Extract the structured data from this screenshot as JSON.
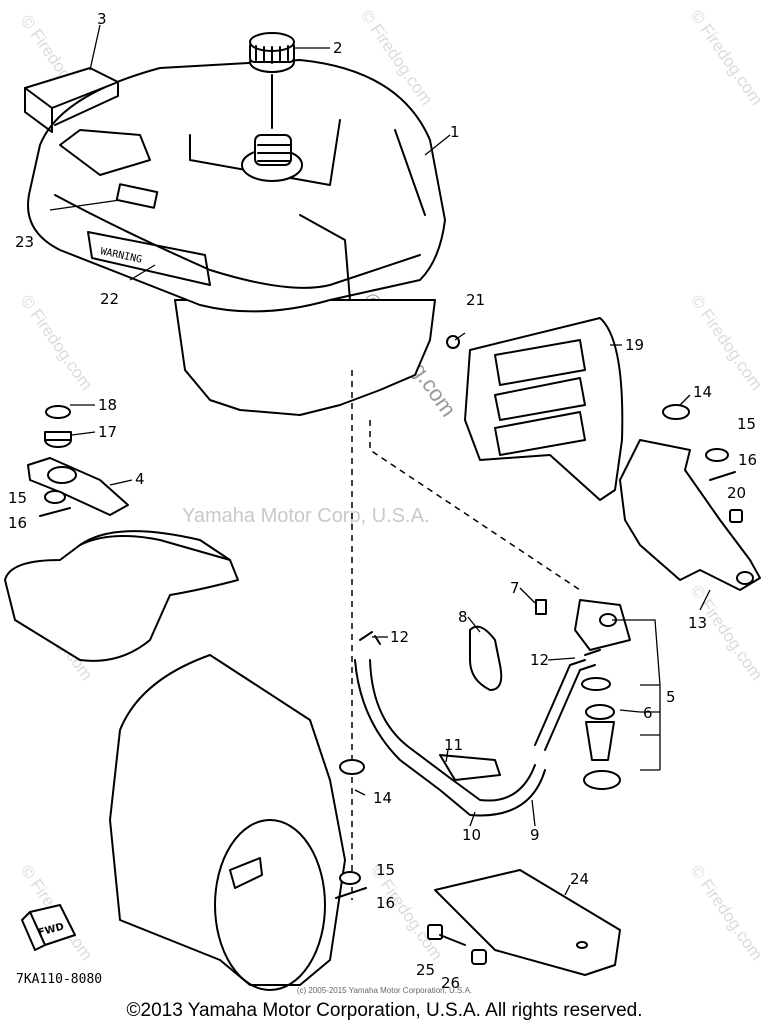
{
  "diagram": {
    "ref_code": "7KA110-8080",
    "watermark_center": "Yamaha Motor Corp, U.S.A.",
    "watermark_diagonal": "© Firedog.com",
    "small_copyright": "(c) 2005-2015 Yamaha Motor Corporation, U.S.A.",
    "footer_copyright": "©2013 Yamaha Motor Corporation, U.S.A. All rights reserved.",
    "fwd_label": "FWD",
    "tank_label": "WARNING"
  },
  "callouts": [
    {
      "id": "c1",
      "label": "1"
    },
    {
      "id": "c2",
      "label": "2"
    },
    {
      "id": "c3",
      "label": "3"
    },
    {
      "id": "c4",
      "label": "4"
    },
    {
      "id": "c5",
      "label": "5"
    },
    {
      "id": "c6",
      "label": "6"
    },
    {
      "id": "c7",
      "label": "7"
    },
    {
      "id": "c8",
      "label": "8"
    },
    {
      "id": "c9",
      "label": "9"
    },
    {
      "id": "c10",
      "label": "10"
    },
    {
      "id": "c11",
      "label": "11"
    },
    {
      "id": "c12a",
      "label": "12"
    },
    {
      "id": "c12b",
      "label": "12"
    },
    {
      "id": "c13",
      "label": "13"
    },
    {
      "id": "c14a",
      "label": "14"
    },
    {
      "id": "c14b",
      "label": "14"
    },
    {
      "id": "c15a",
      "label": "15"
    },
    {
      "id": "c15b",
      "label": "15"
    },
    {
      "id": "c15c",
      "label": "15"
    },
    {
      "id": "c16a",
      "label": "16"
    },
    {
      "id": "c16b",
      "label": "16"
    },
    {
      "id": "c16c",
      "label": "16"
    },
    {
      "id": "c17",
      "label": "17"
    },
    {
      "id": "c18",
      "label": "18"
    },
    {
      "id": "c19",
      "label": "19"
    },
    {
      "id": "c20",
      "label": "20"
    },
    {
      "id": "c21",
      "label": "21"
    },
    {
      "id": "c22",
      "label": "22"
    },
    {
      "id": "c23",
      "label": "23"
    },
    {
      "id": "c24",
      "label": "24"
    },
    {
      "id": "c25",
      "label": "25"
    },
    {
      "id": "c26",
      "label": "26"
    }
  ]
}
